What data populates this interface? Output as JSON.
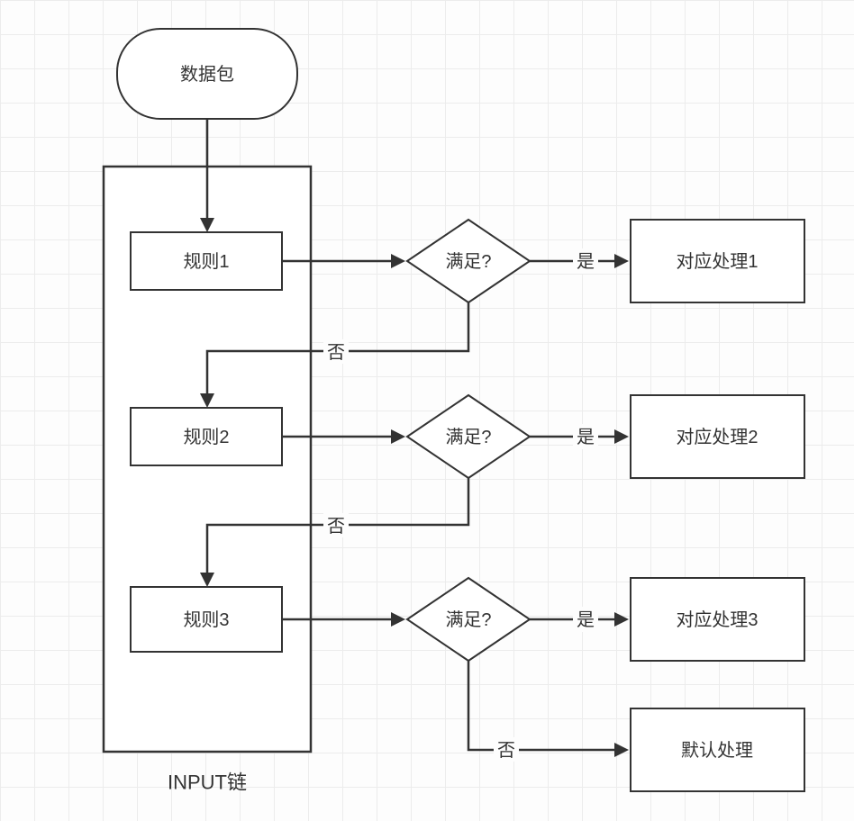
{
  "diagram": {
    "start_label": "数据包",
    "chain_label": "INPUT链",
    "rules": [
      "规则1",
      "规则2",
      "规则3"
    ],
    "decision_label": "满足?",
    "outcomes": [
      "对应处理1",
      "对应处理2",
      "对应处理3"
    ],
    "default_label": "默认处理",
    "yes_label": "是",
    "no_label": "否",
    "colors": {
      "stroke": "#333333",
      "shape_fill": "#ffffff",
      "background": "#fdfdfd",
      "grid_line": "#ececec"
    }
  }
}
